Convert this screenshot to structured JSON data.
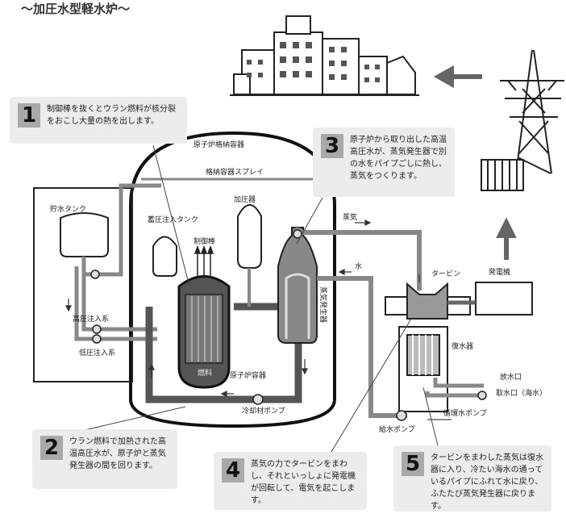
{
  "title": "〜加圧水型軽水炉〜",
  "notes": {
    "n1": {
      "num": "1",
      "text": "制御棒を抜くとウラン燃料が核分裂をおこし大量の熱を出します。"
    },
    "n2": {
      "num": "2",
      "text": "ウラン燃料で加熱された高温高圧水が、原子炉と蒸気発生器の間を回ります。"
    },
    "n3": {
      "num": "3",
      "text": "原子炉から取り出した高温高圧水が、蒸気発生器で別の水をパイプごしに熱し、蒸気をつくります。"
    },
    "n4": {
      "num": "4",
      "text": "蒸気の力でタービンをまわし、それといっしょに発電機が回転して、電気を起こします。"
    },
    "n5": {
      "num": "5",
      "text": "タービンをまわした蒸気は復水器に入り、冷たい海水の通っているパイプにふれて水に戻り、ふたたび蒸気発生器に戻ります。"
    }
  },
  "labels": {
    "containment": "原子炉格納容器",
    "spray": "格納容器スプレイ",
    "storage_tank": "貯水タンク",
    "accumulator": "蓄圧注入タンク",
    "control_rod": "制御棒",
    "pressurizer": "加圧器",
    "fuel": "燃料",
    "vessel": "原子炉容器",
    "steam_generator": "蒸気発生器",
    "hp_injection": "高圧注入系",
    "lp_injection": "低圧注入系",
    "coolant_pump": "冷却材ポンプ",
    "steam": "蒸気",
    "water": "水",
    "turbine": "タービン",
    "generator": "発電機",
    "condenser": "復水器",
    "outlet": "放水口",
    "intake": "取水口（海水）",
    "circ_pump": "循環水ポンプ",
    "feed_pump": "給水ポンプ"
  }
}
